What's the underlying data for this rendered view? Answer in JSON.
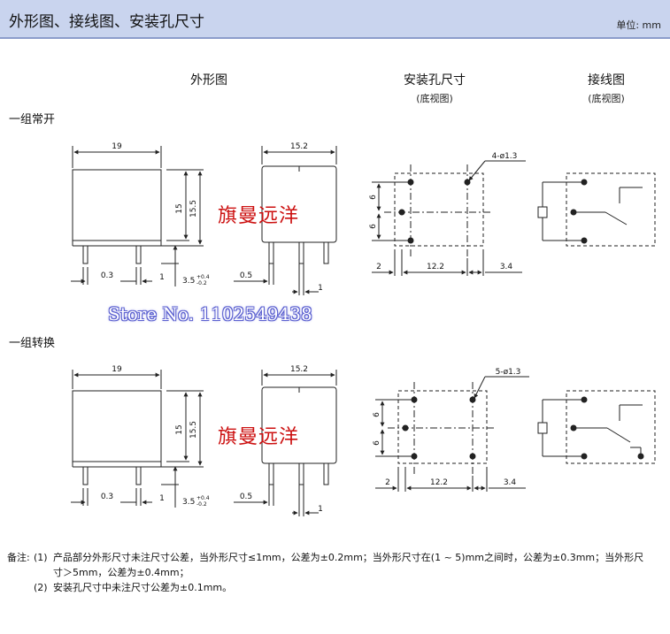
{
  "header": {
    "title": "外形图、接线图、安装孔尺寸",
    "unit": "单位: mm"
  },
  "columns": [
    {
      "title": "外形图",
      "subtitle": ""
    },
    {
      "title": "安装孔尺寸",
      "subtitle": "(底视图)"
    },
    {
      "title": "接线图",
      "subtitle": "(底视图)"
    }
  ],
  "sections": [
    {
      "label": "一组常开",
      "hole_label": "4-ø1.3"
    },
    {
      "label": "一组转换",
      "hole_label": "5-ø1.3"
    }
  ],
  "dims": {
    "width": "19",
    "depth": "15.2",
    "h1": "15",
    "h2": "15.5",
    "a": "0.3",
    "b": "1",
    "pin": "3.5",
    "tol_plus": "+0.4",
    "tol_minus": "-0.2",
    "c": "0.5",
    "d": "1",
    "pitch": "6",
    "left": "2",
    "mid": "12.2",
    "right": "3.4"
  },
  "watermark": {
    "chinese": "旗曼远洋",
    "store": "Store No. 1102549438"
  },
  "notes": {
    "prefix": "备注:",
    "items": [
      {
        "num": "(1)",
        "line1": "产品部分外形尺寸未注尺寸公差，当外形尺寸≤1mm，公差为±0.2mm；当外形尺寸在(1 ~ 5)mm之间时，公差为±0.3mm；当外形尺",
        "line2": "寸＞5mm，公差为±0.4mm；"
      },
      {
        "num": "(2)",
        "line1": "安装孔尺寸中未注尺寸公差为±0.1mm。",
        "line2": ""
      }
    ]
  },
  "colors": {
    "header_bg": "#c9d4ee",
    "watermark_red": "#cc1010",
    "watermark_blue": "#5a5fd0"
  }
}
